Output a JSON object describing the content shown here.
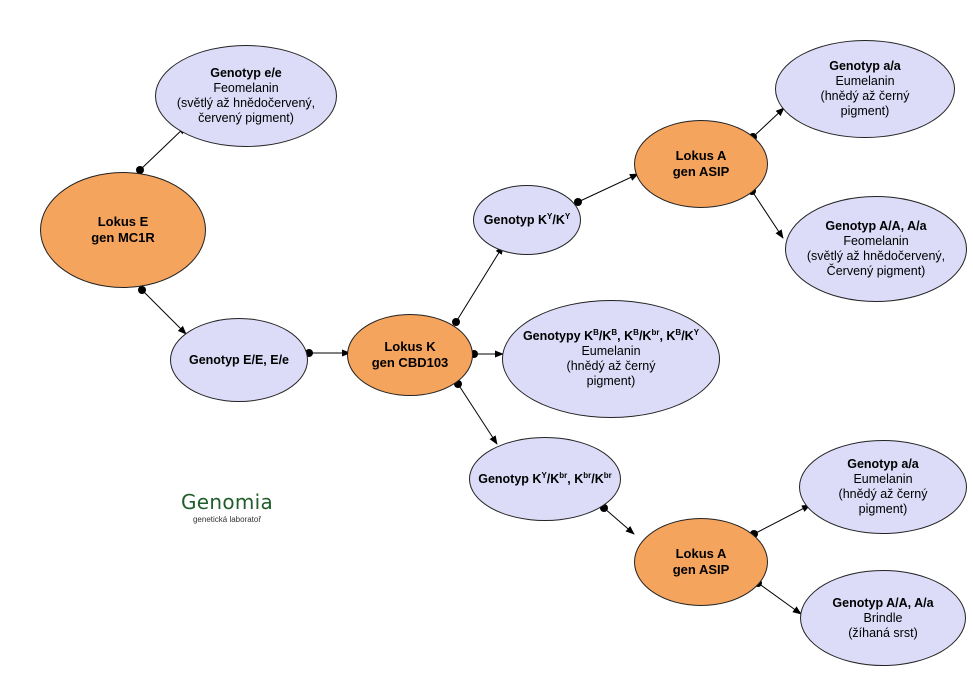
{
  "nodes": {
    "genotype_ee": {
      "title": "Genotyp e/e",
      "lines": [
        "Feomelanin",
        "(světlý až hnědočervený,",
        "červený pigment)"
      ]
    },
    "locus_e": {
      "title": "Lokus E",
      "lines": [
        "gen MC1R"
      ]
    },
    "genotype_EE": {
      "title": "Genotyp E/E, E/e",
      "lines": []
    },
    "locus_k": {
      "title": "Lokus K",
      "lines": [
        "gen CBD103"
      ]
    },
    "genotype_kyky": {
      "title": "Genotyp K",
      "sup1": "Y",
      "mid": "/K",
      "sup2": "Y"
    },
    "genotype_kb": {
      "title_parts": [
        "Genotypy K",
        "B",
        "/K",
        "B",
        ", K",
        "B",
        "/K",
        "br",
        ", K",
        "B",
        "/K",
        "Y"
      ],
      "lines": [
        "Eumelanin",
        "(hnědý až černý",
        "pigment)"
      ]
    },
    "genotype_kykbr": {
      "title_parts": [
        "Genotyp K",
        "Y",
        "/K",
        "br",
        ", K",
        "br",
        "/K",
        "br"
      ]
    },
    "locus_a_top": {
      "title": "Lokus A",
      "lines": [
        "gen ASIP"
      ]
    },
    "locus_a_bottom": {
      "title": "Lokus A",
      "lines": [
        "gen ASIP"
      ]
    },
    "genotype_aa_top": {
      "title": "Genotyp a/a",
      "lines": [
        "Eumelanin",
        "(hnědý až černý",
        "pigment)"
      ]
    },
    "genotype_AA_top": {
      "title": "Genotyp A/A, A/a",
      "lines": [
        "Feomelanin",
        "(světlý až hnědočervený,",
        "Červený pigment)"
      ]
    },
    "genotype_aa_bottom": {
      "title": "Genotyp a/a",
      "lines": [
        "Eumelanin",
        "(hnědý až černý",
        "pigment)"
      ]
    },
    "genotype_AA_bottom": {
      "title": "Genotyp A/A, A/a",
      "lines": [
        "Brindle",
        "(žíhaná srst)"
      ]
    }
  },
  "logo": {
    "name": "Genomia",
    "subtitle": "genetická laboratoř"
  },
  "colors": {
    "genotype_fill": "#dcdcf8",
    "locus_fill": "#f5a45e",
    "logo_green": "#1f5e2a"
  }
}
